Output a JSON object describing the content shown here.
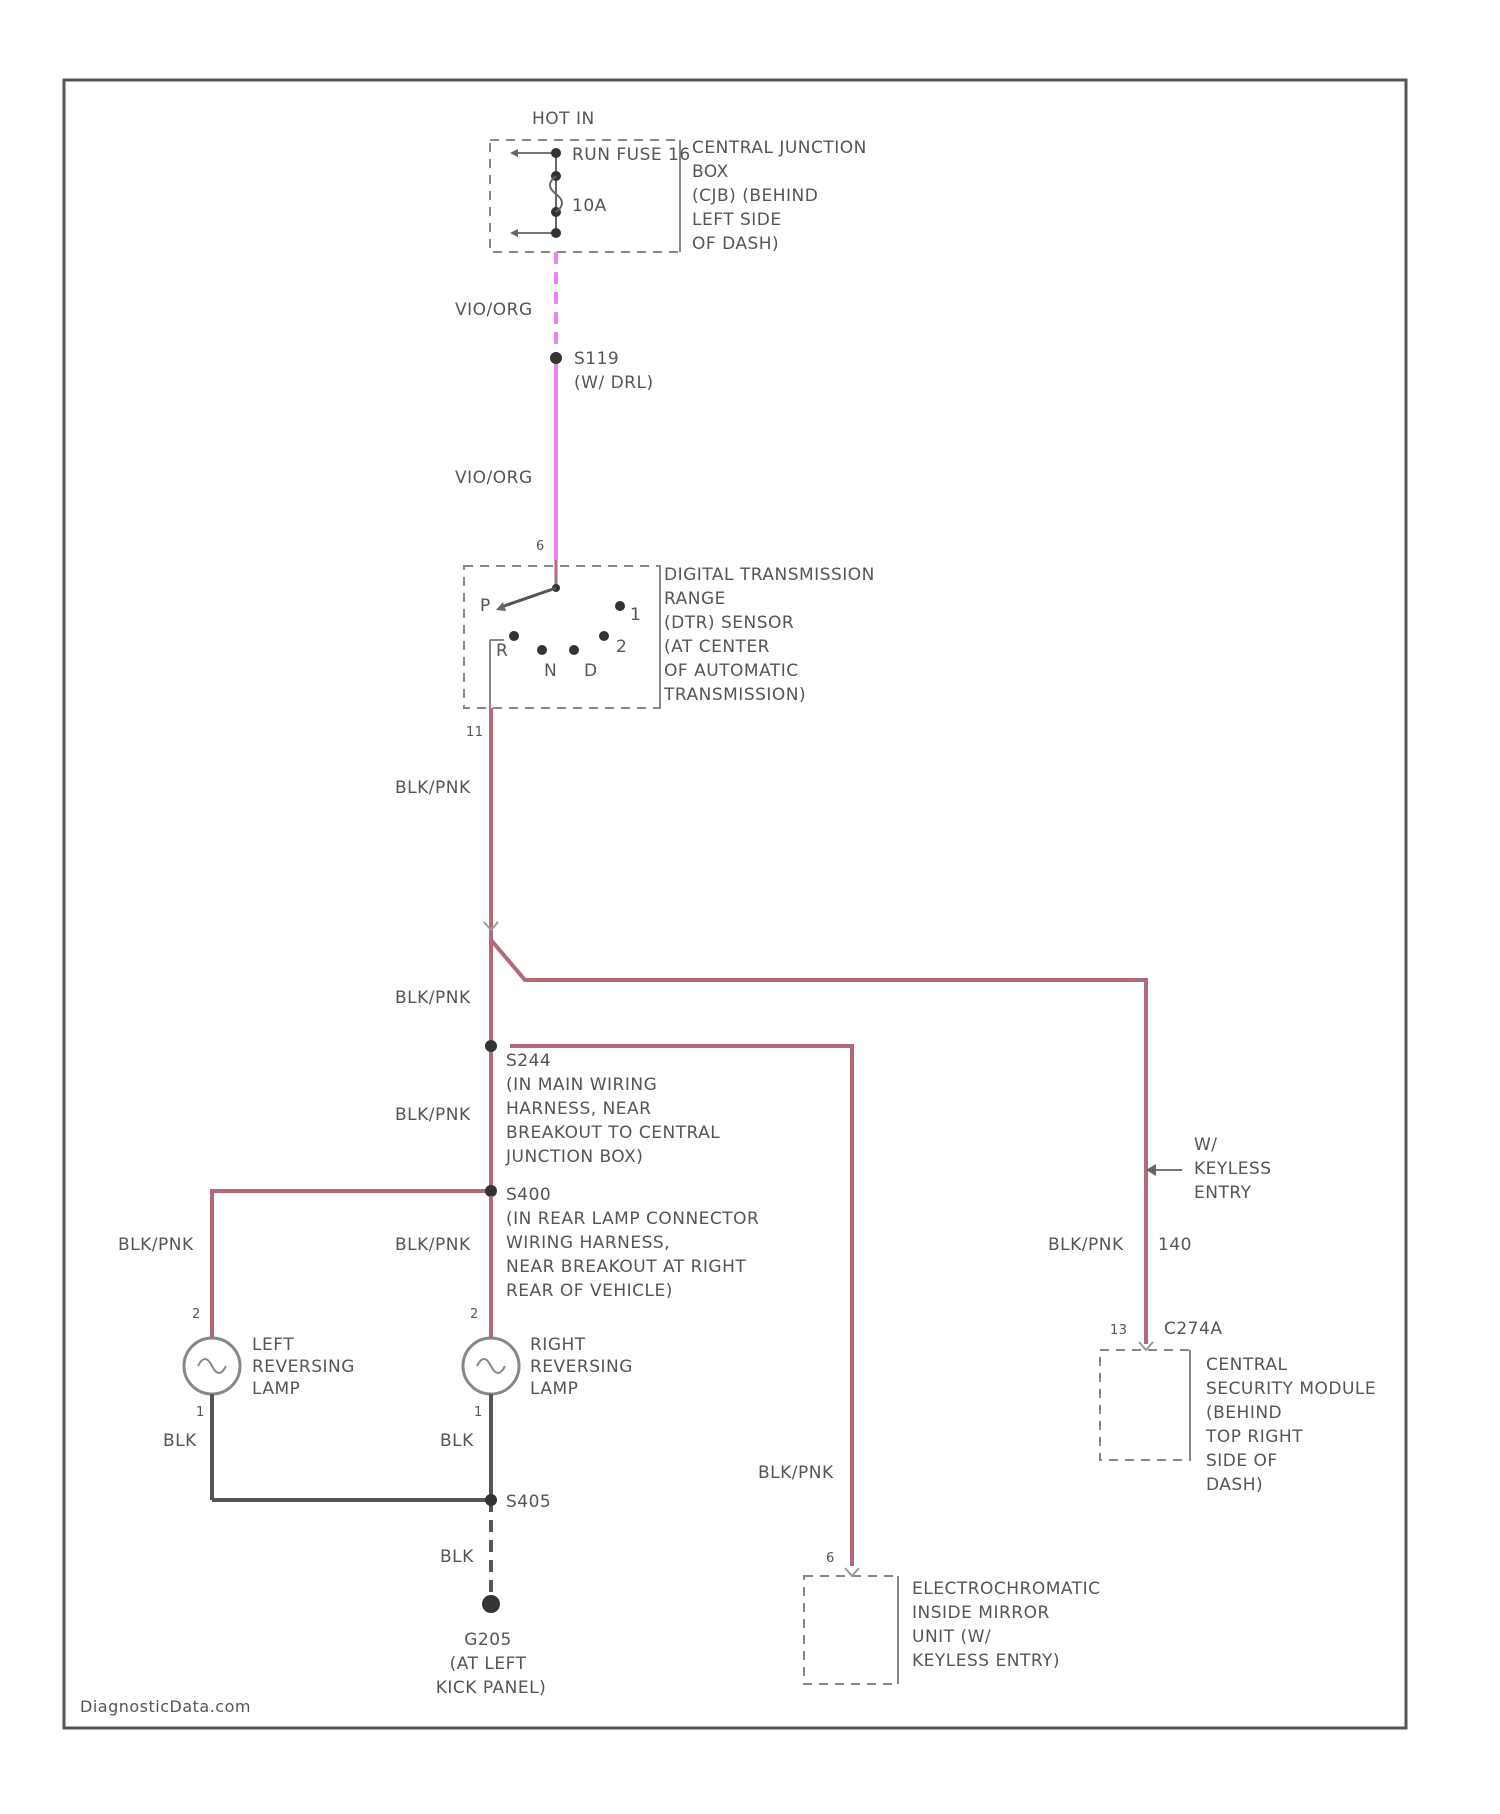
{
  "diagram": {
    "hot_in": "HOT IN",
    "fuse_name": "RUN FUSE 16",
    "fuse_rating": "10A",
    "central_junction_box": [
      "CENTRAL JUNCTION",
      "BOX",
      "(CJB) (BEHIND",
      "LEFT SIDE",
      "OF DASH)"
    ],
    "wire_vio_org": "VIO/ORG",
    "splice_s119": [
      "S119",
      "(W/ DRL)"
    ],
    "dtr_sensor": [
      "DIGITAL TRANSMISSION",
      "RANGE",
      "(DTR) SENSOR",
      "(AT CENTER",
      "OF AUTOMATIC",
      "TRANSMISSION)"
    ],
    "dtr_positions": [
      "P",
      "R",
      "N",
      "D",
      "2",
      "1"
    ],
    "dtr_pin_in": "6",
    "dtr_pin_out": "11",
    "wire_blk_pnk": "BLK/PNK",
    "wire_blk": "BLK",
    "splice_s244": [
      "S244",
      "(IN MAIN WIRING",
      "HARNESS, NEAR",
      "BREAKOUT TO CENTRAL",
      "JUNCTION BOX)"
    ],
    "splice_s400": [
      "S400",
      "(IN REAR LAMP CONNECTOR",
      "WIRING HARNESS,",
      "NEAR BREAKOUT AT RIGHT",
      "REAR OF VEHICLE)"
    ],
    "left_lamp": [
      "LEFT",
      "REVERSING",
      "LAMP"
    ],
    "right_lamp": [
      "RIGHT",
      "REVERSING",
      "LAMP"
    ],
    "lamp_pin_top": "2",
    "lamp_pin_bottom": "1",
    "splice_s405": "S405",
    "ground_g205": [
      "G205",
      "(AT LEFT",
      "KICK PANEL)"
    ],
    "keyless_entry": [
      "W/",
      "KEYLESS",
      "ENTRY"
    ],
    "circuit_140": "140",
    "csm_pin": "13",
    "csm_connector": "C274A",
    "central_security_module": [
      "CENTRAL",
      "SECURITY MODULE",
      "(BEHIND",
      "TOP RIGHT",
      "SIDE OF",
      "DASH)"
    ],
    "mirror_pin": "6",
    "ec_mirror": [
      "ELECTROCHROMATIC",
      "INSIDE MIRROR",
      "UNIT (W/",
      "KEYLESS ENTRY)"
    ],
    "watermark": "DiagnosticData.com"
  }
}
